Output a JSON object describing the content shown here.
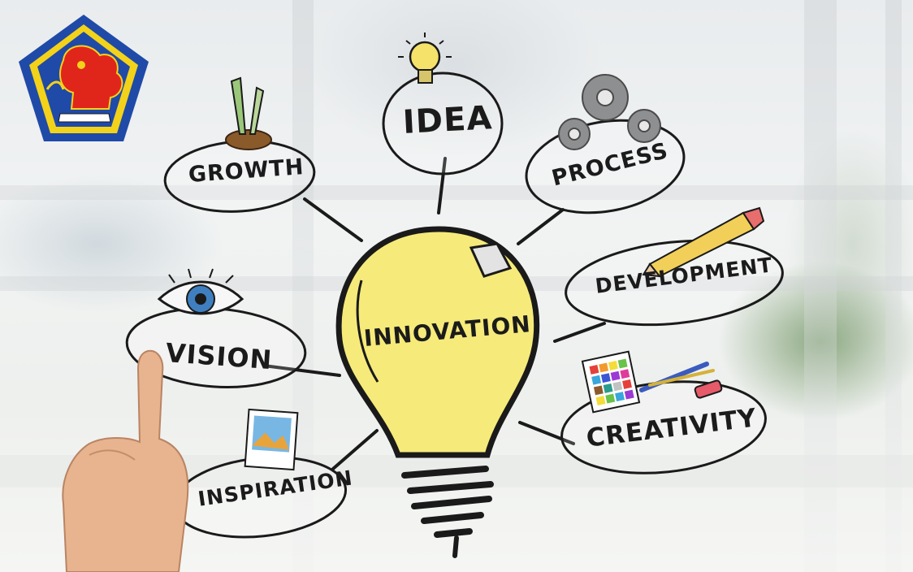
{
  "image": {
    "labels": {
      "idea": "IDEA",
      "growth": "GROWTH",
      "process": "PROCESS",
      "development": "DEVELOPMENT",
      "innovation": "INNOVATION",
      "vision": "VISION",
      "creativity": "CREATIVITY",
      "inspiration": "INSPIRATION"
    },
    "colors": {
      "bulb_fill": "#f6ea7a",
      "ink": "#1a1a1a",
      "logo_blue": "#1f4aa8",
      "logo_yellow": "#f3d21a",
      "logo_red": "#e0261b",
      "gear_gray": "#8e8f91",
      "pencil_yellow": "#f2cf58"
    },
    "icons": [
      "police-logo",
      "lightbulb-icon",
      "sprout-icon",
      "gears-icon",
      "pencil-icon",
      "eye-icon",
      "color-palette-icon",
      "photo-icon",
      "pointing-hand"
    ]
  }
}
